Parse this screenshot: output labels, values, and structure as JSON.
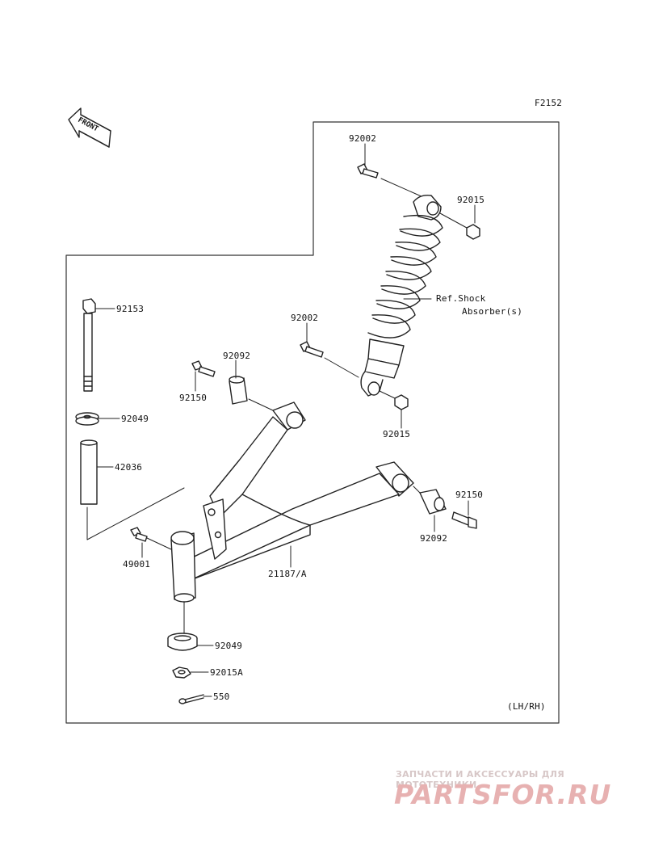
{
  "diagram": {
    "code": "F2152",
    "front_label": "FRONT",
    "variant_note": "(LH/RH)",
    "parts": {
      "bolt_upper_shock": "92002",
      "nut_upper_shock": "92015",
      "shock_ref_line1": "Ref.Shock",
      "shock_ref_line2": "Absorber(s)",
      "bolt_lower_shock": "92002",
      "nut_lower_shock": "92015",
      "long_bolt": "92153",
      "washer_top": "92049",
      "sleeve": "42036",
      "collar_left": "92092",
      "bolt_left": "92150",
      "collar_right": "92092",
      "bolt_right": "92150",
      "grease_fitting": "49001",
      "arm": "21187/A",
      "washer_bottom": "92049",
      "nut_bottom": "92015A",
      "cotter_pin": "550"
    }
  },
  "watermark": {
    "tagline": "ЗАПЧАСТИ И АКСЕССУАРЫ ДЛЯ МОТОТЕХНИКИ",
    "logo": "PARTSFOR.RU"
  }
}
